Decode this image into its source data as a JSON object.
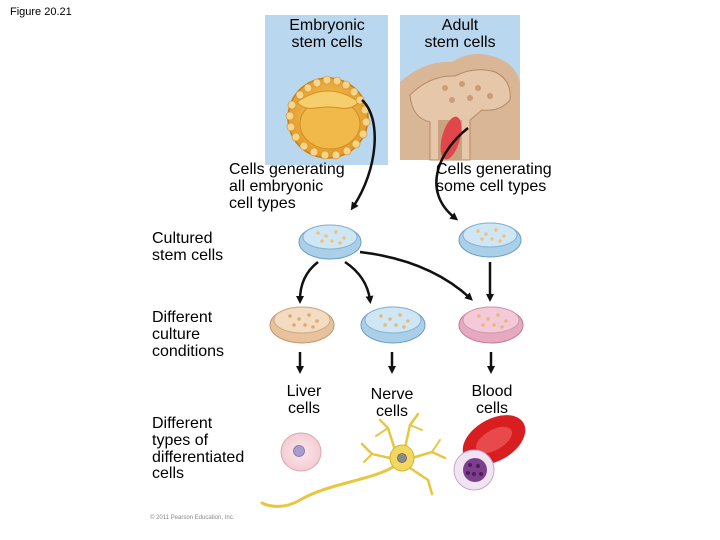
{
  "figure_label": "Figure 20.21",
  "sources": {
    "embryonic": "Embryonic\nstem cells",
    "adult": "Adult\nstem cells"
  },
  "generating": {
    "all": "Cells generating\nall embryonic\ncell types",
    "some": "Cells generating\nsome cell types"
  },
  "row_labels": {
    "cultured": "Cultured\nstem cells",
    "conditions": "Different\nculture\nconditions",
    "differentiated": "Different\ntypes of\ndifferentiated\ncells"
  },
  "outcomes": {
    "liver": "Liver\ncells",
    "nerve": "Nerve\ncells",
    "blood": "Blood\ncells"
  },
  "copyright": "© 2011 Pearson Education, Inc.",
  "colors": {
    "panel_blue": "#b9d7ef",
    "dish_blue": "#cfe6f4",
    "dish_orange": "#f3dcc2",
    "dish_pink": "#f4c9d8",
    "blastocyst": "#f0b040",
    "bone": "#e6c7a9",
    "red_cell": "#d81e20",
    "white_cell": "#9a64a8",
    "nerve": "#f2d860",
    "liver": "#f6d9dd"
  }
}
